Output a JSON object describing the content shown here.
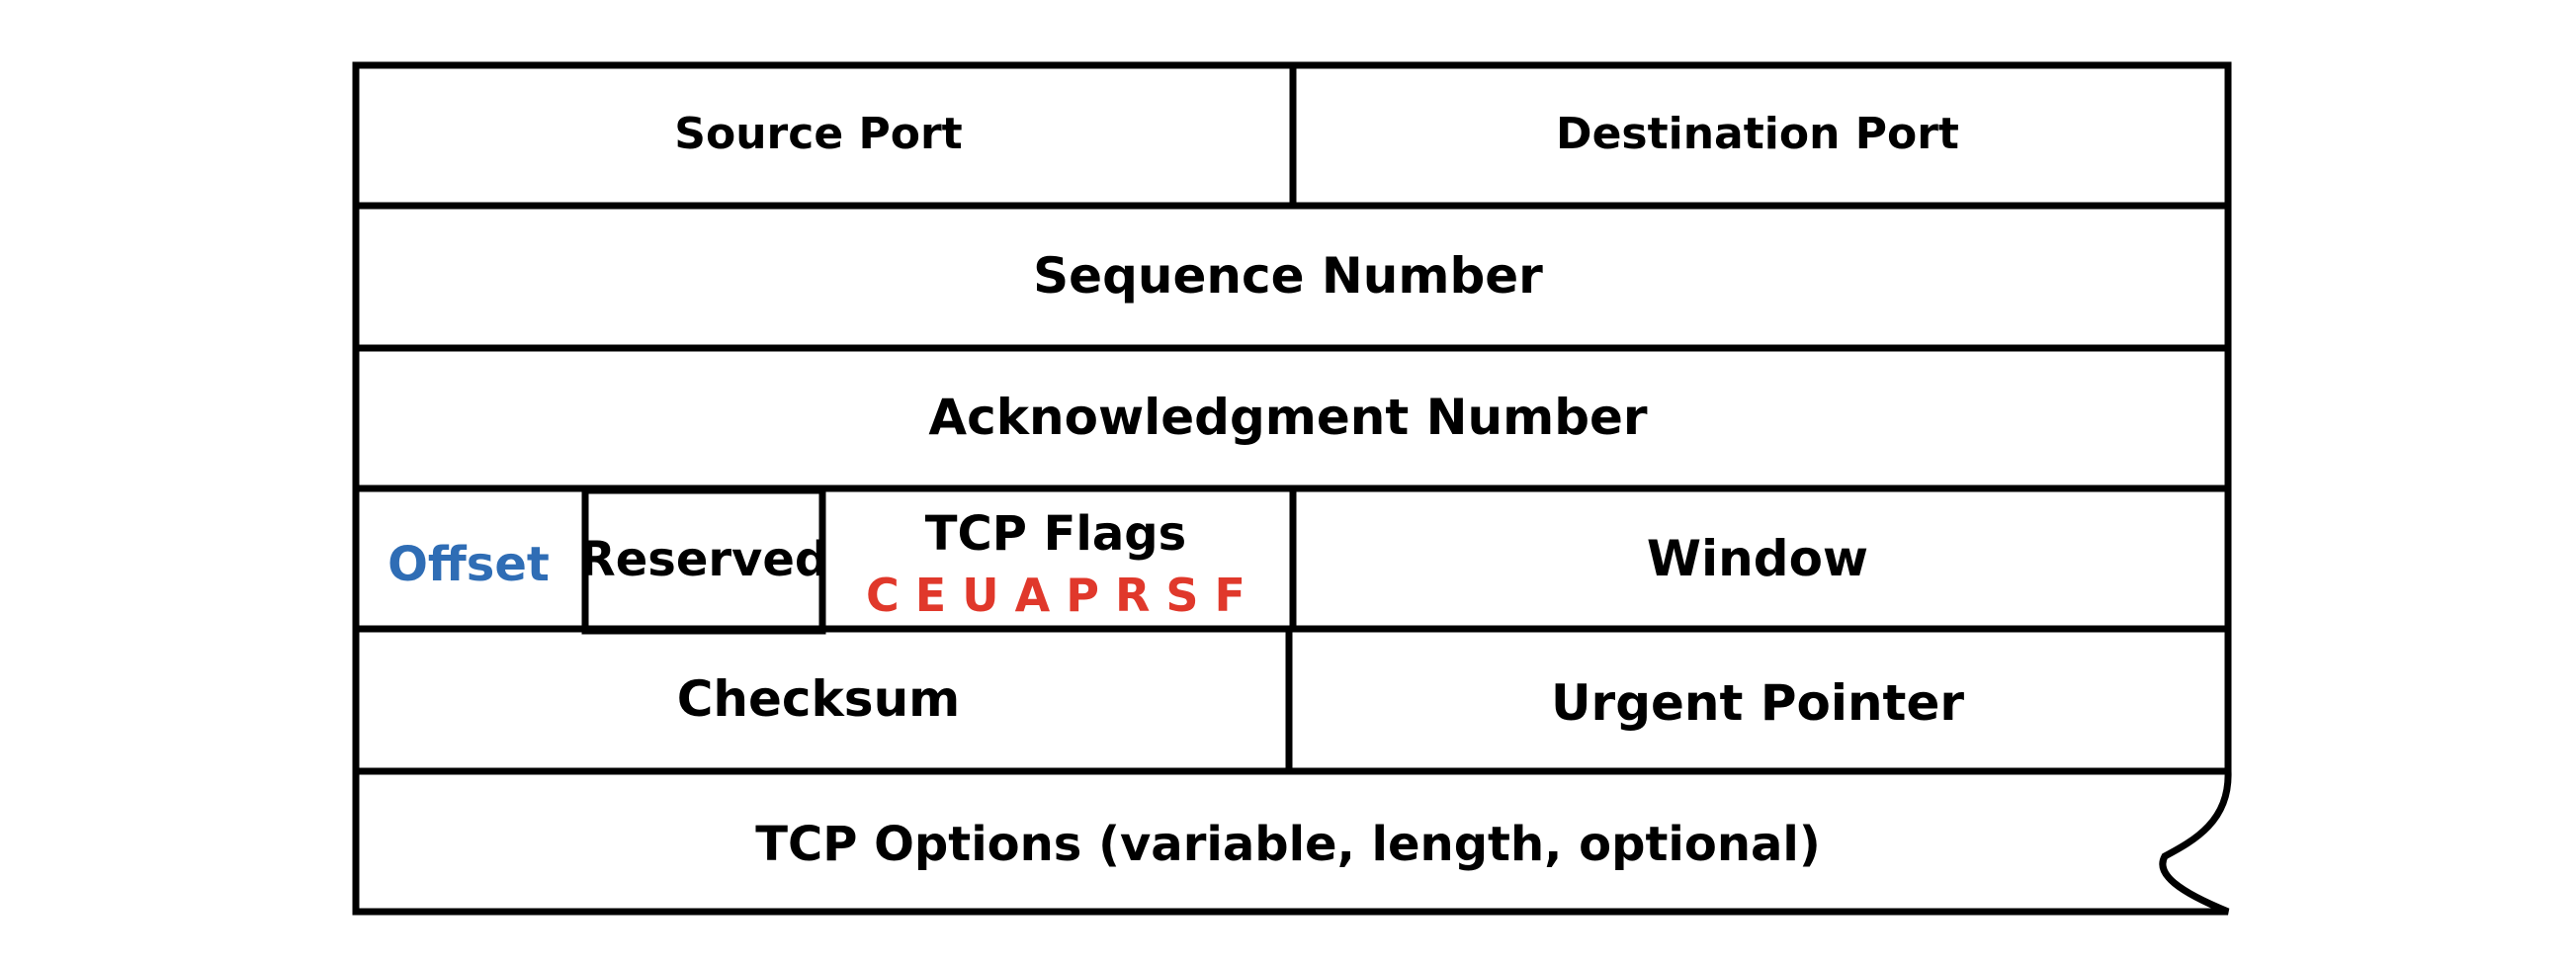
{
  "fields": {
    "source_port": "Source Port",
    "destination_port": "Destination Port",
    "sequence_number": "Sequence Number",
    "acknowledgment_number": "Acknowledgment Number",
    "offset": "Offset",
    "reserved": "Reserved",
    "tcp_flags": "TCP Flags",
    "tcp_flag_letters": "C E U A P R S F",
    "window": "Window",
    "checksum": "Checksum",
    "urgent_pointer": "Urgent Pointer",
    "tcp_options": "TCP Options (variable, length, optional)"
  },
  "colors": {
    "offset_text": "#2f6db5",
    "flag_letters": "#e0382b",
    "lines": "#000000",
    "text": "#000000"
  }
}
